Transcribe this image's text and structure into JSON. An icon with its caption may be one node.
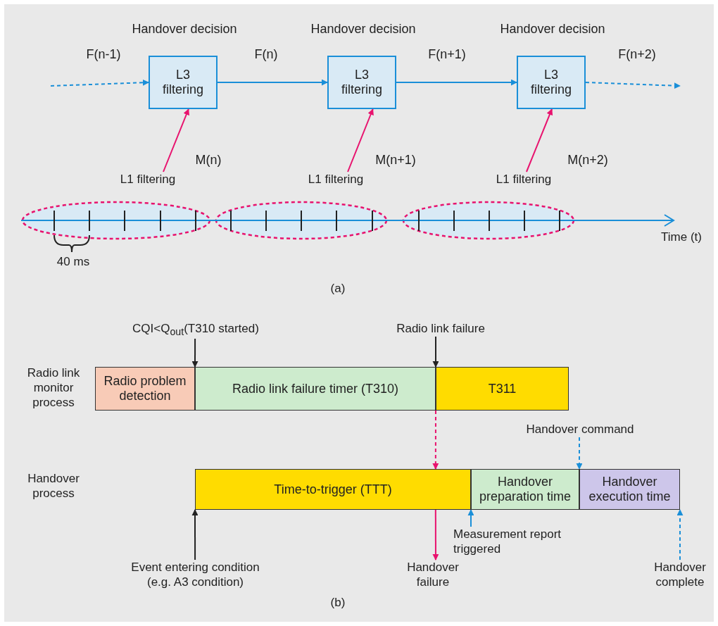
{
  "diagram": {
    "nodes": [
      {
        "text": [
          "Handover decision",
          "L3 filtering"
        ]
      },
      {
        "text": [
          "Handover decision",
          "L3 filtering"
        ]
      },
      {
        "text": [
          "Handover decision",
          "L3 filtering"
        ]
      },
      {
        "text": [
          "L1 filtering"
        ]
      },
      {
        "text": [
          "L1 filtering"
        ]
      },
      {
        "text": [
          "L1 filtering"
        ]
      },
      {
        "text": [
          "Radio problem detection"
        ]
      },
      {
        "text": [
          "Radio link failure timer (T310)"
        ]
      },
      {
        "text": [
          "T311"
        ]
      },
      {
        "text": [
          "Time-to-trigger (TTT)"
        ]
      },
      {
        "text": [
          "Handover preparation time"
        ]
      },
      {
        "text": [
          "Handover execution time"
        ]
      },
      {
        "text": [
          "CQI<Q$_{out}$(T310 started)"
        ]
      },
      {
        "text": [
          "Radio link failure"
        ]
      },
      {
        "text": [
          "Handover command"
        ]
      },
      {
        "text": [
          "Event entering condition (e.g. A3 condition)"
        ]
      },
      {
        "text": [
          "Handover failure"
        ]
      },
      {
        "text": [
          "Measurement report triggered"
        ]
      },
      {
        "text": [
          "Handover complete"
        ]
      }
    ],
    "edges": [
      {
        "from": null,
        "to": 0,
        "arrow": "to",
        "label": "F(n-1)",
        "style": "dashed"
      },
      {
        "from": 0,
        "to": 1,
        "arrow": "to",
        "label": "F(n)"
      },
      {
        "from": 1,
        "to": 2,
        "arrow": "to",
        "label": "F(n+1)"
      },
      {
        "from": 2,
        "to": null,
        "arrow": "to",
        "label": "F(n+2)",
        "style": "dashed"
      },
      {
        "from": 3,
        "to": 0,
        "arrow": "to",
        "label": "M(n)",
        "color": "#e8136e"
      },
      {
        "from": 4,
        "to": 1,
        "arrow": "to",
        "label": "M(n+1)",
        "color": "#e8136e"
      },
      {
        "from": 5,
        "to": 2,
        "arrow": "to",
        "label": "M(n+2)",
        "color": "#e8136e"
      },
      {
        "from": 12,
        "to": 7,
        "arrow": "to",
        "color": "#222222"
      },
      {
        "from": 13,
        "to": 8,
        "arrow": "to",
        "color": "#222222"
      },
      {
        "from": 8,
        "to": 9,
        "arrow": "to",
        "style": "dashed",
        "color": "#e8136e"
      },
      {
        "from": 14,
        "to": 11,
        "arrow": "to",
        "style": "dashed"
      },
      {
        "from": 15,
        "to": 9,
        "arrow": "to",
        "color": "#222222"
      },
      {
        "from": 9,
        "to": 16,
        "arrow": "to",
        "color": "#e8136e"
      },
      {
        "from": 17,
        "to": 10,
        "arrow": "to"
      },
      {
        "from": 18,
        "to": 11,
        "arrow": "to",
        "style": "dashed"
      }
    ],
    "labels": [
      "Time (t)",
      "40 ms",
      "(a)",
      "Radio link monitor process",
      "Handover process",
      "(b)"
    ]
  }
}
